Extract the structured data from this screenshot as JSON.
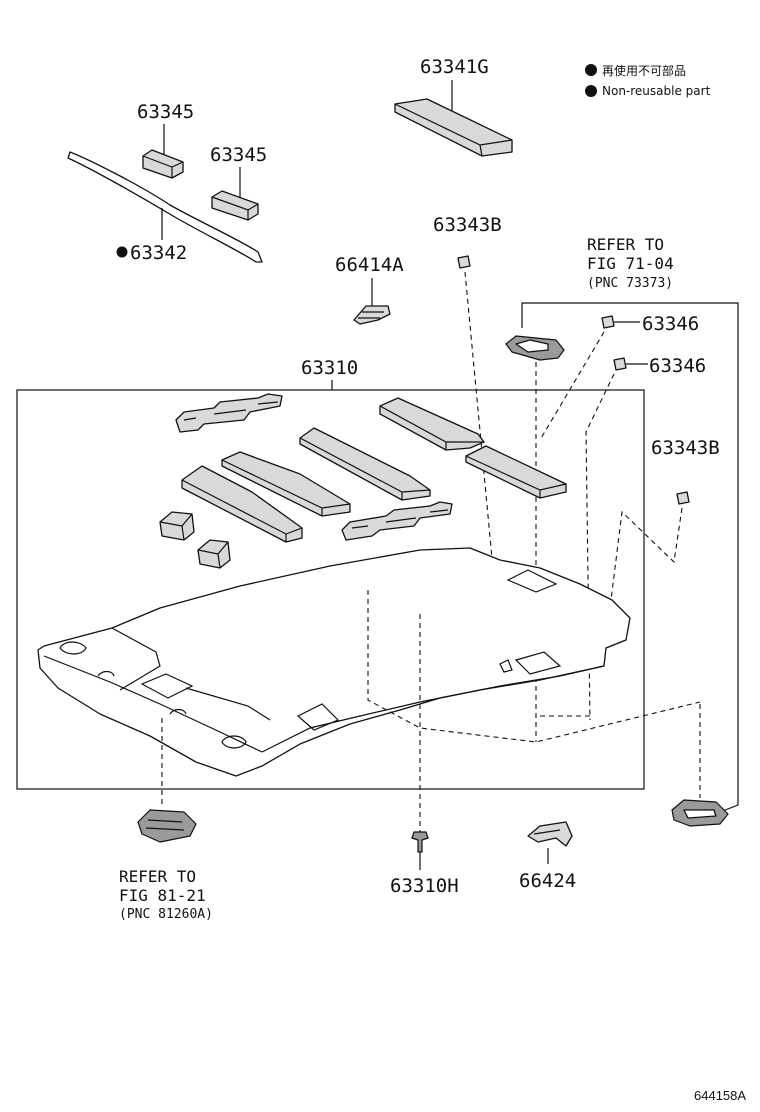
{
  "legend": {
    "jp": "再使用不可部品",
    "en": "Non-reusable part"
  },
  "parts": {
    "p63341g": "63341G",
    "p63345a": "63345",
    "p63345b": "63345",
    "p63342": "63342",
    "p63343b_top": "63343B",
    "p66414a": "66414A",
    "p63346a": "63346",
    "p63346b": "63346",
    "p63310": "63310",
    "p63343b_right": "63343B",
    "p63310h": "63310H",
    "p66424": "66424"
  },
  "refs": {
    "top": {
      "line1": "REFER TO",
      "line2": "FIG 71-04",
      "line3": "(PNC 73373)"
    },
    "bottom": {
      "line1": "REFER TO",
      "line2": "FIG 81-21",
      "line3": "(PNC 81260A)"
    }
  },
  "illustration_id": "644158A"
}
